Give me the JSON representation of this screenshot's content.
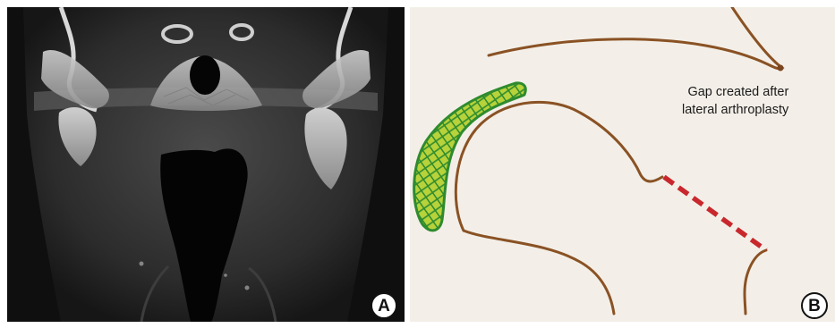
{
  "panels": [
    {
      "id": "A",
      "label": "A"
    },
    {
      "id": "B",
      "label": "B",
      "annotation": {
        "line1": "Gap created after",
        "line2": "lateral arthroplasty"
      }
    }
  ],
  "colors": {
    "ct_background": "#0f0f0f",
    "paper": "#f3efe8",
    "outline_brown": "#8a5224",
    "graft_green": "#2e8b2e",
    "graft_fill": "#b7d23a",
    "cut_red": "#c8282d",
    "badge_border": "#111111"
  }
}
